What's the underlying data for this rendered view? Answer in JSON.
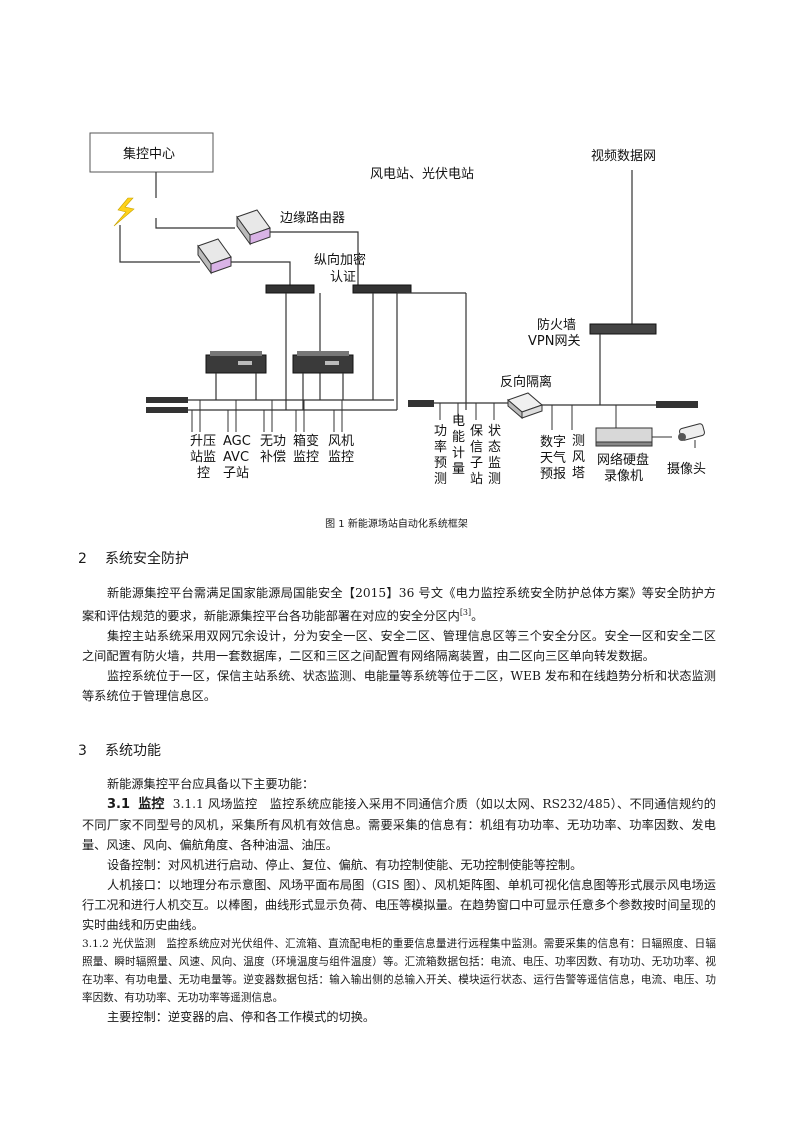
{
  "figure": {
    "labels": {
      "control_center": "集控中心",
      "station": "风电站、光伏电站",
      "video_net": "视频数据网",
      "edge_router": "边缘路由器",
      "auth_line1": "纵向加密",
      "auth_line2": "认证",
      "firewall_line1": "防火墙",
      "firewall_line2": "VPN网关",
      "isolation": "反向隔离",
      "camera": "摄像头"
    },
    "bottom_labels": [
      {
        "id": "booster",
        "lines": [
          "升压",
          "站监",
          "控"
        ]
      },
      {
        "id": "agc",
        "lines": [
          "AGC",
          "AVC",
          "子站"
        ]
      },
      {
        "id": "reactive",
        "lines": [
          "无功",
          "补偿"
        ]
      },
      {
        "id": "transformer",
        "lines": [
          "箱变",
          "监控"
        ]
      },
      {
        "id": "turbine",
        "lines": [
          "风机",
          "监控"
        ]
      },
      {
        "id": "power_forecast",
        "lines": [
          "功",
          "率",
          "预",
          "测"
        ]
      },
      {
        "id": "energy_meter",
        "lines": [
          "电",
          "能",
          "计",
          "量"
        ]
      },
      {
        "id": "relay_substation",
        "lines": [
          "保",
          "信",
          "子",
          "站"
        ]
      },
      {
        "id": "status_monitor",
        "lines": [
          "状",
          "态",
          "监",
          "测"
        ]
      },
      {
        "id": "nwp",
        "lines": [
          "数字",
          "天气",
          "预报"
        ]
      },
      {
        "id": "met_tower",
        "lines": [
          "测",
          "风",
          "塔"
        ]
      },
      {
        "id": "nvr",
        "lines": [
          "网络硬盘",
          "录像机"
        ]
      }
    ],
    "caption": "图 1  新能源场站自动化系统框架"
  },
  "sections": {
    "s2": {
      "num": "2",
      "title": "系统安全防护",
      "p1a": "新能源集控平台需满足国家能源局国能安全【2015】36 号文《电力监控系统安全防护总体方案》等安全防护方案和评估规范的要求，新能源集控平台各功能部署在对应的安全分区内",
      "p1_ref": "[3]",
      "p1b": "。",
      "p2": "集控主站系统采用双网冗余设计，分为安全一区、安全二区、管理信息区等三个安全分区。安全一区和安全二区之间配置有防火墙，共用一套数据库，二区和三区之间配置有网络隔离装置，由二区向三区单向转发数据。",
      "p3": "监控系统位于一区，保信主站系统、状态监测、电能量等系统等位于二区，WEB 发布和在线趋势分析和状态监测等系统位于管理信息区。"
    },
    "s3": {
      "num": "3",
      "title": "系统功能",
      "intro": "新能源集控平台应具备以下主要功能：",
      "sub31_num": "3.1",
      "sub31_title": "监控",
      "p311": "3.1.1 风场监控　监控系统应能接入采用不同通信介质（如以太网、RS232/485）、不同通信规约的不同厂家不同型号的风机，采集所有风机有效信息。需要采集的信息有：机组有功功率、无功功率、功率因数、发电量、风速、风向、偏航角度、各种油温、油压。",
      "p_device": "设备控制：对风机进行启动、停止、复位、偏航、有功控制使能、无功控制使能等控制。",
      "p_hmi": "人机接口：以地理分布示意图、风场平面布局图（GIS 图）、风机矩阵图、单机可视化信息图等形式展示风电场运行工况和进行人机交互。以棒图，曲线形式显示负荷、电压等模拟量。在趋势窗口中可显示任意多个参数按时间呈现的实时曲线和历史曲线。",
      "p312": "3.1.2  光伏监测　监控系统应对光伏组件、汇流箱、直流配电柜的重要信息量进行远程集中监测。需要采集的信息有：日辐照度、日辐照量、瞬时辐照量、风速、风向、温度（环境温度与组件温度）等。汇流箱数据包括：电流、电压、功率因数、有功功、无功功率、视在功率、有功电量、无功电量等。逆变器数据包括：输入输出侧的总输入开关、模块运行状态、运行告警等遥信信息，电流、电压、功率因数、有功功率、无功功率等遥测信息。",
      "p_main": "主要控制：逆变器的启、停和各工作模式的切换。"
    }
  }
}
